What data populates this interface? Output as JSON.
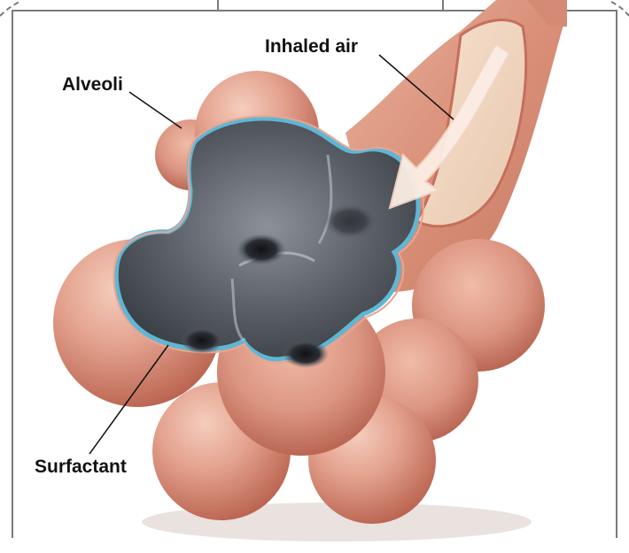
{
  "labels": {
    "inhaled_air": "Inhaled air",
    "alveoli": "Alveoli",
    "surfactant": "Surfactant"
  },
  "colors": {
    "tissue": "#e3a28e",
    "tissue_dark": "#c4705a",
    "cavity": "#4c5057",
    "surfactant": "#5fb6d4",
    "frame": "#7a7a7a"
  }
}
